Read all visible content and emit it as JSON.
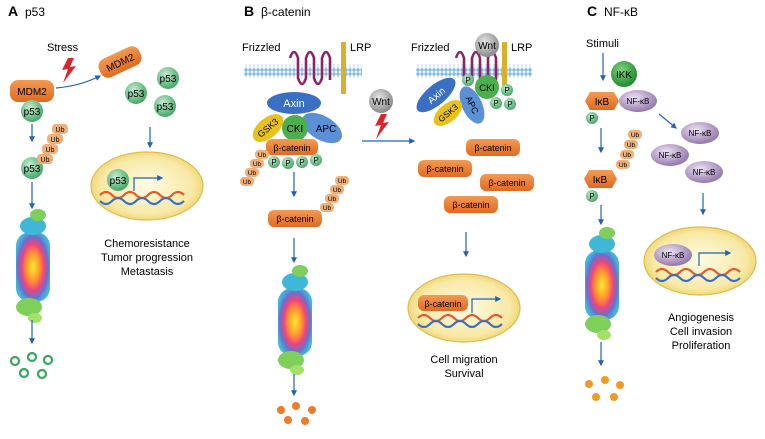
{
  "panels": [
    {
      "letter": "A",
      "title": "p53",
      "trigger": "Stress",
      "proteins": {
        "mdm2": "MDM2",
        "p53": "p53",
        "ub": "Ub"
      },
      "outcomes": [
        "Chemoresistance",
        "Tumor progression",
        "Metastasis"
      ]
    },
    {
      "letter": "B",
      "title": "β-catenin",
      "receptors": {
        "frizzled": "Frizzled",
        "lrp": "LRP"
      },
      "ligand": "Wnt",
      "complex": {
        "axin": "Axin",
        "gsk3": "GSK3",
        "cki": "CKI",
        "apc": "APC",
        "p": "P"
      },
      "proteins": {
        "bcat": "β-catenin",
        "ub": "Ub"
      },
      "outcomes": [
        "Cell migration",
        "Survival"
      ]
    },
    {
      "letter": "C",
      "title": "NF-κB",
      "trigger": "Stimuli",
      "proteins": {
        "ikk": "IKK",
        "ikb": "IκB",
        "nfkb": "NF-κB",
        "p": "P",
        "ub": "Ub"
      },
      "outcomes": [
        "Angiogenesis",
        "Cell invasion",
        "Proliferation"
      ]
    }
  ],
  "colors": {
    "arrow": "#2163ae",
    "p53": "#5fbf7f",
    "mdm2": "#e8863a",
    "bcat": "#e8732a",
    "axin": "#3a6fc4",
    "apc": "#5b8fd6",
    "cki": "#4cae4c",
    "gsk3": "#e8c21a",
    "ikk": "#2e9e3e",
    "nfkb": "#a889bd",
    "ub": "#f0b07a",
    "membrane": "#8fc1e6",
    "receptor": "#8e2266",
    "lrp": "#d8b02c",
    "nucleus": "#f5e08a",
    "lightning": "#d8262c",
    "wnt": "#9a9a9a"
  }
}
